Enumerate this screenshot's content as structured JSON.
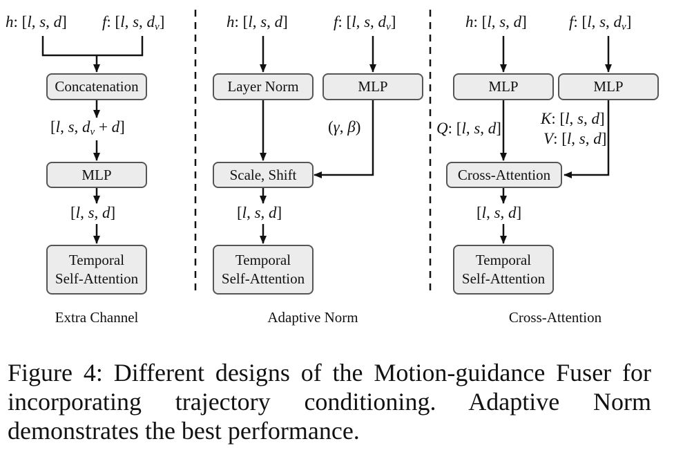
{
  "panels": {
    "extra_channel": {
      "title": "Extra Channel",
      "input_h": "h: [l, s, d]",
      "input_f": "f: [l, s, d_v]",
      "box_concat": "Concatenation",
      "mid_label": "[l, s, d_v + d]",
      "box_mlp": "MLP",
      "out_label": "[l, s, d]",
      "box_attn_line1": "Temporal",
      "box_attn_line2": "Self-Attention"
    },
    "adaptive_norm": {
      "title": "Adaptive Norm",
      "input_h": "h: [l, s, d]",
      "input_f": "f: [l, s, d_v]",
      "box_layernorm": "Layer Norm",
      "box_mlp": "MLP",
      "gamma_beta": "(γ, β)",
      "box_scaleshift": "Scale, Shift",
      "out_label": "[l, s, d]",
      "box_attn_line1": "Temporal",
      "box_attn_line2": "Self-Attention"
    },
    "cross_attention": {
      "title": "Cross-Attention",
      "input_h": "h: [l, s, d]",
      "input_f": "f: [l, s, d_v]",
      "box_mlp_left": "MLP",
      "box_mlp_right": "MLP",
      "q_label": "Q: [l, s, d]",
      "k_label": "K: [l, s, d]",
      "v_label": "V: [l, s, d]",
      "box_crossattn": "Cross-Attention",
      "out_label": "[l, s, d]",
      "box_attn_line1": "Temporal",
      "box_attn_line2": "Self-Attention"
    }
  },
  "caption": "Figure 4: Different designs of the Motion-guidance Fuser for incorporating trajectory conditioning. Adaptive Norm demonstrates the best performance."
}
